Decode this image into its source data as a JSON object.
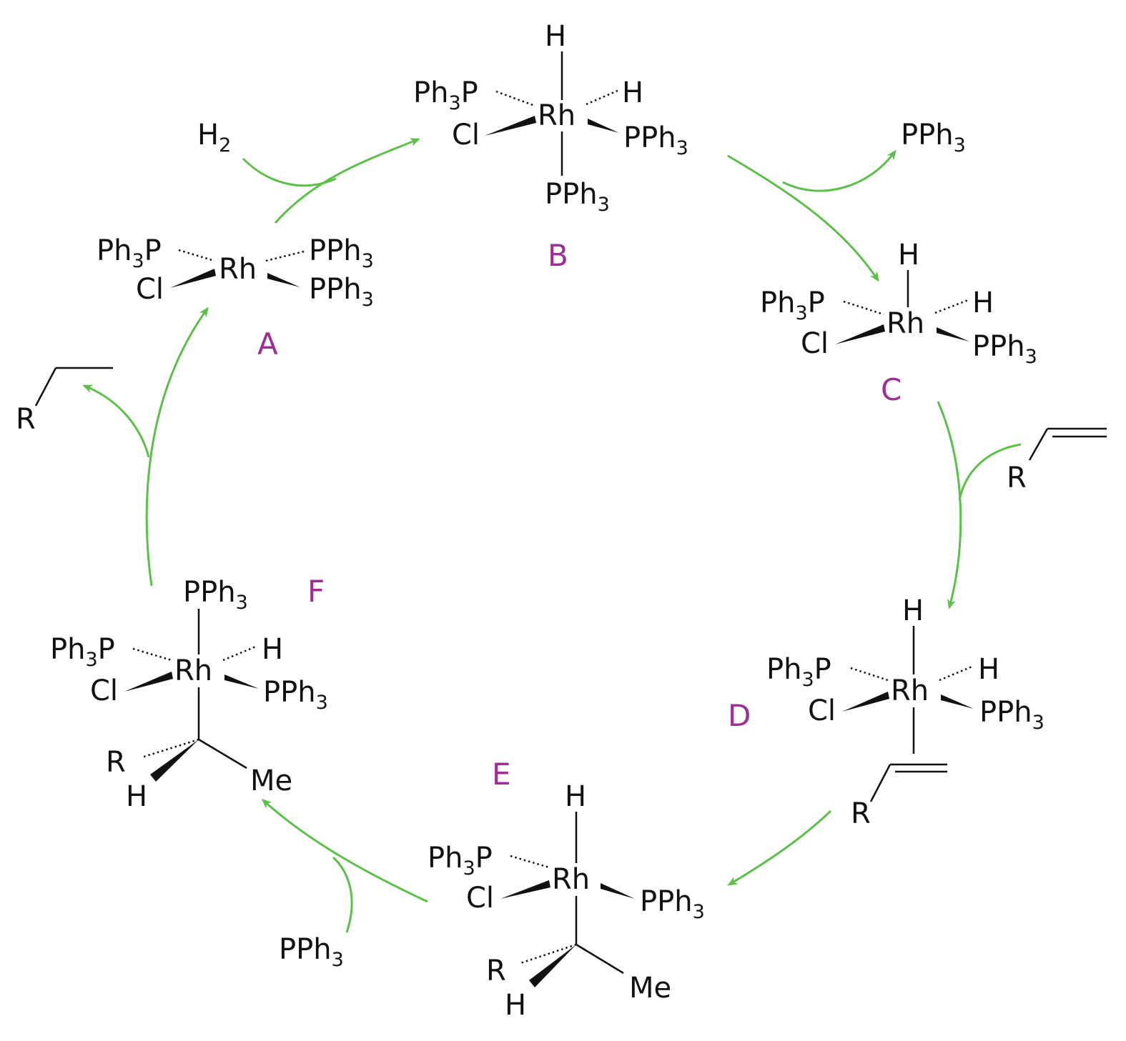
{
  "colors": {
    "arrow": "#5cbf4a",
    "label": "#9b2f95",
    "text": "#111111",
    "background": "#ffffff"
  },
  "atoms": {
    "rh": "Rh",
    "cl": "Cl",
    "h": "H",
    "r": "R",
    "me": "Me",
    "ph": "Ph",
    "sub3": "3",
    "p": "P",
    "pp": "PPh",
    "h2": "H",
    "sub2": "2"
  },
  "complexes": [
    {
      "id": "A",
      "label": "A"
    },
    {
      "id": "B",
      "label": "B"
    },
    {
      "id": "C",
      "label": "C"
    },
    {
      "id": "D",
      "label": "D"
    },
    {
      "id": "E",
      "label": "E"
    },
    {
      "id": "F",
      "label": "F"
    }
  ],
  "reagents": {
    "h2": "H2",
    "pph3_out": "PPh3",
    "alkene_in": "R-CH=CH2",
    "pph3_in": "PPh3",
    "alkane_out": "R-CH2CH3"
  }
}
